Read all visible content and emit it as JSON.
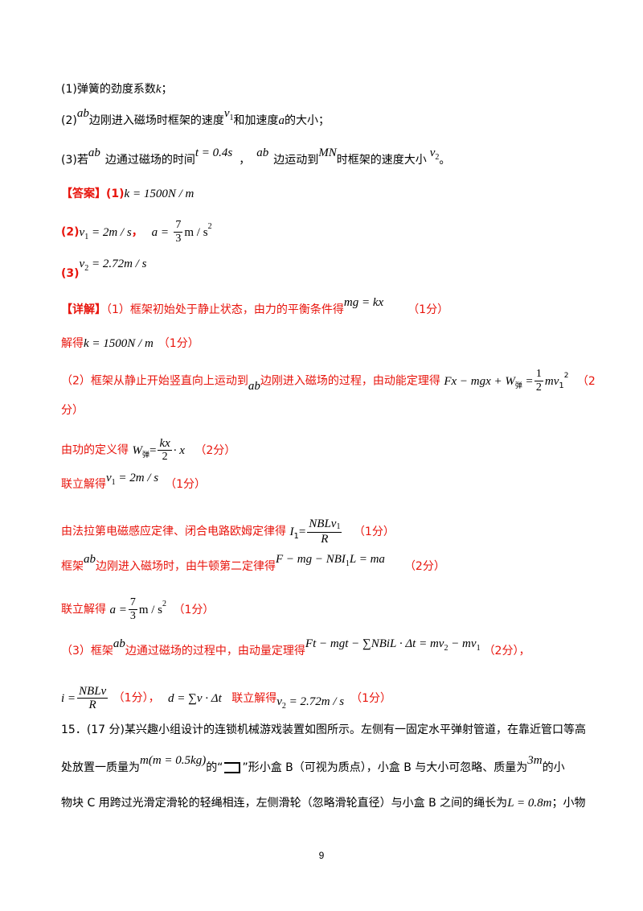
{
  "q1": "(1)弹簧的劲度系数",
  "q1_var": "k",
  "q1_end": "；",
  "q2_a": "(2)",
  "q2_ab": "ab",
  "q2_b": "边刚进入磁场时框架的速度",
  "q2_v1": "v",
  "q2_v1_sub": "1",
  "q2_c": "和加速度",
  "q2_a_var": "a",
  "q2_d": "的大小；",
  "q3_a": "(3)若",
  "q3_ab": "ab",
  "q3_b": "边通过磁场的时间",
  "q3_t": "t = 0.4s",
  "q3_c": "，",
  "q3_ab2": "ab",
  "q3_d": "边运动到",
  "q3_MN": "MN",
  "q3_e": "时框架的速度大小",
  "q3_v2": "v",
  "q3_v2_sub": "2",
  "q3_f": "。",
  "ans_label": "【答案】",
  "ans1_prefix": "(1)",
  "ans1_val": "k = 1500N / m",
  "ans2_prefix": "(2)",
  "ans2_val": "= 2m / s",
  "ans2_sep": "，",
  "ans2_a": "a =",
  "frac_7": "7",
  "frac_3": "3",
  "ans2_a_unit": "m / s",
  "ans2_a_exp": "2",
  "ans3_prefix": "(3)",
  "ans3_val": "= 2.72m / s",
  "exp_label": "【详解】",
  "exp1": "（1）框架初始处于静止状态，由力的平衡条件得",
  "exp1_eq": "mg = kx",
  "score1": "（1分）",
  "exp2_a": "解得",
  "exp2_eq": "k = 1500N / m",
  "exp3_a": "（2）框架从静止开始竖直向上运动到",
  "exp3_ab": "ab",
  "exp3_b": "边刚进入磁场的过程，由动能定理得",
  "exp3_eq": "Fx − mgx + W",
  "exp3_sub": "弹",
  "exp3_eq2": "=",
  "frac_1": "1",
  "frac_2": "2",
  "exp3_eq3": "mv",
  "exp3_score_a": "（2",
  "exp3_score_b": "分）",
  "exp4_a": "由功的定义得",
  "exp4_W": "W",
  "exp4_sub": "弹",
  "exp4_eq": "=",
  "frac_kx": "kx",
  "exp4_x": "· x",
  "score2": "（2分）",
  "exp5_a": "联立解得",
  "exp5_eq": "= 2m / s",
  "exp6_a": "由法拉第电磁感应定律、闭合电路欧姆定律得",
  "exp6_I": "I",
  "exp6_eq": "=",
  "frac_NBLv1": "NBLv",
  "frac_R": "R",
  "exp7_a": "框架",
  "exp7_ab": "ab",
  "exp7_b": "边刚进入磁场时，由牛顿第二定律得",
  "exp7_eq": "F − mg − NBI",
  "exp7_eq2": "L = ma",
  "exp8_a": "联立解得",
  "exp8_eq": "a =",
  "exp9_a": "（3）框架",
  "exp9_ab": "ab",
  "exp9_b": "边通过磁场的过程中，由动量定理得",
  "exp9_eq": "Ft − mgt − ∑NBiL · Δt = mv",
  "exp9_eq2": "− mv",
  "exp9_end": "，",
  "exp10_i": "i =",
  "frac_NBLv": "NBLv",
  "exp10_sep": "，",
  "exp10_d": "d = ∑v · Δt",
  "exp10_b": "联立解得",
  "q15_a": "15．(17 分)某兴趣小组设计的连锁机械游戏装置如图所示。左侧有一固定水平弹射管道，在靠近管口等高",
  "q15_b": "处放置一质量为",
  "q15_m": "m(m = 0.5kg)",
  "q15_c": "的“",
  "q15_d": "”形小盒 B（可视为质点），小盒 B 与大小可忽略、质量为",
  "q15_3m": "3m",
  "q15_e": "的小",
  "q15_f": "物块 C 用跨过光滑定滑轮的轻绳相连，左侧滑轮（忽略滑轮直径）与小盒 B 之间的绳长为",
  "q15_L": "L = 0.8m",
  "q15_g": "；小物",
  "page_number": "9"
}
